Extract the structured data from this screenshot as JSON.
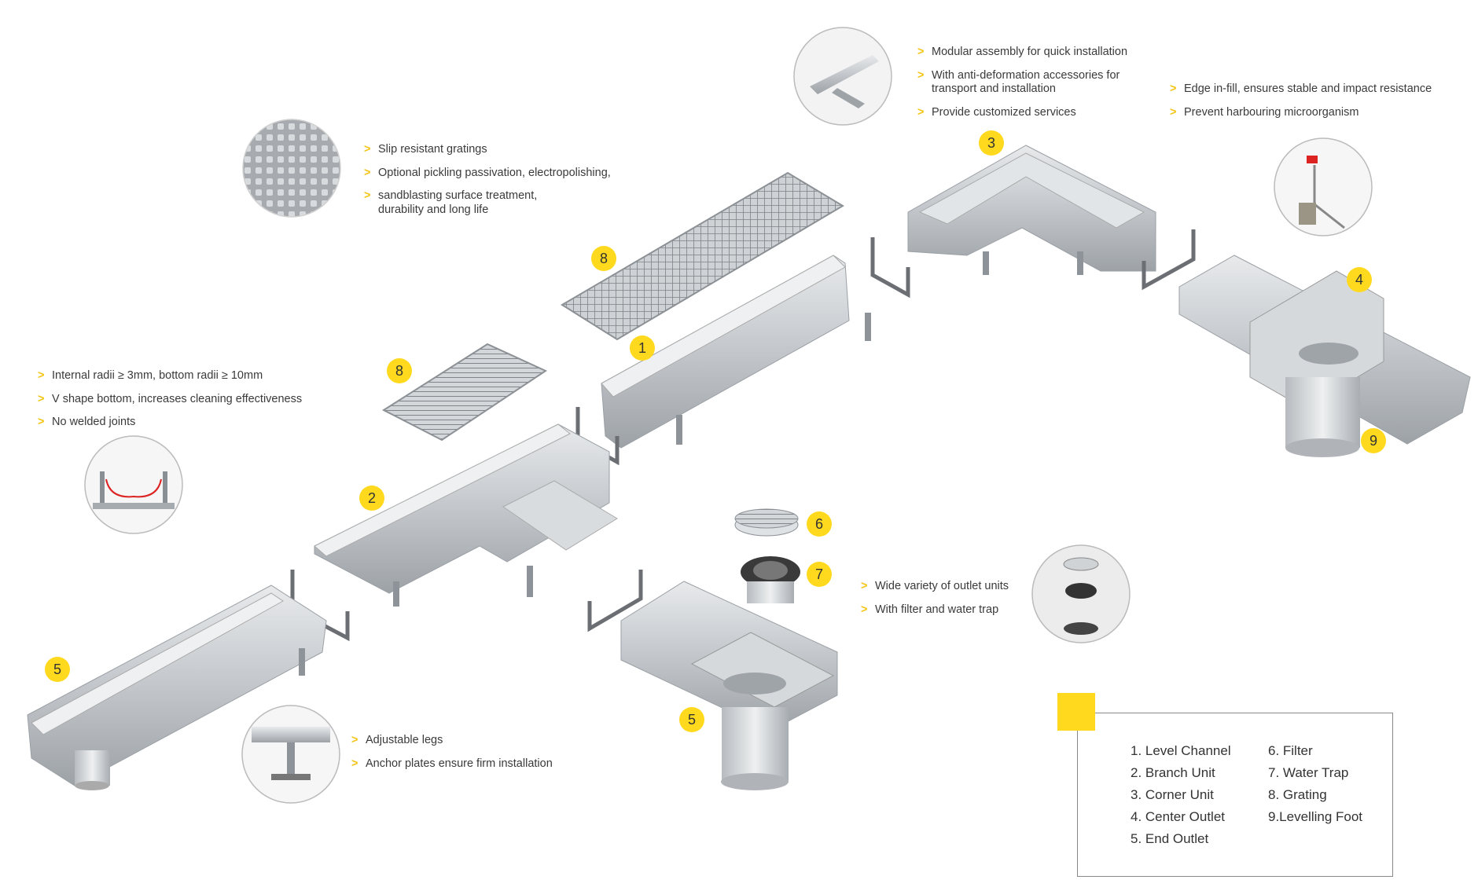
{
  "features": {
    "grating": [
      "Slip resistant gratings",
      "Optional pickling passivation, electropolishing,",
      "sandblasting surface treatment,\ndurability and long life"
    ],
    "modular": [
      "Modular assembly for quick installation",
      "With anti-deformation accessories for\ntransport and installation",
      "Provide customized services"
    ],
    "edge": [
      "Edge in-fill, ensures stable and impact resistance",
      "Prevent harbouring microorganism"
    ],
    "channel": [
      "Internal radii ≥ 3mm, bottom radii ≥ 10mm",
      "V shape bottom, increases cleaning effectiveness",
      "No welded joints"
    ],
    "legs": [
      "Adjustable legs",
      "Anchor plates ensure  firm installation"
    ],
    "outlet": [
      "Wide variety of outlet units",
      "With filter and water trap"
    ]
  },
  "badges": {
    "level_channel": "1",
    "branch_unit": "2",
    "corner_unit": "3",
    "center_outlet": "4",
    "end_outlet_left": "5",
    "end_outlet_right": "5",
    "filter": "6",
    "water_trap": "7",
    "grating_top": "8",
    "grating_left": "8",
    "levelling_foot": "9"
  },
  "legend": {
    "left": [
      "1. Level Channel",
      "2. Branch Unit",
      "3. Corner Unit",
      "4. Center Outlet",
      "5. End Outlet"
    ],
    "right": [
      "6. Filter",
      "7. Water Trap",
      "8. Grating",
      "9.Levelling Foot"
    ]
  },
  "colors": {
    "accent": "#ffd91e",
    "chevron": "#f2c513",
    "steel": "#c9cdd1",
    "steel_dark": "#8d9399",
    "bracket": "#6b6f74"
  }
}
